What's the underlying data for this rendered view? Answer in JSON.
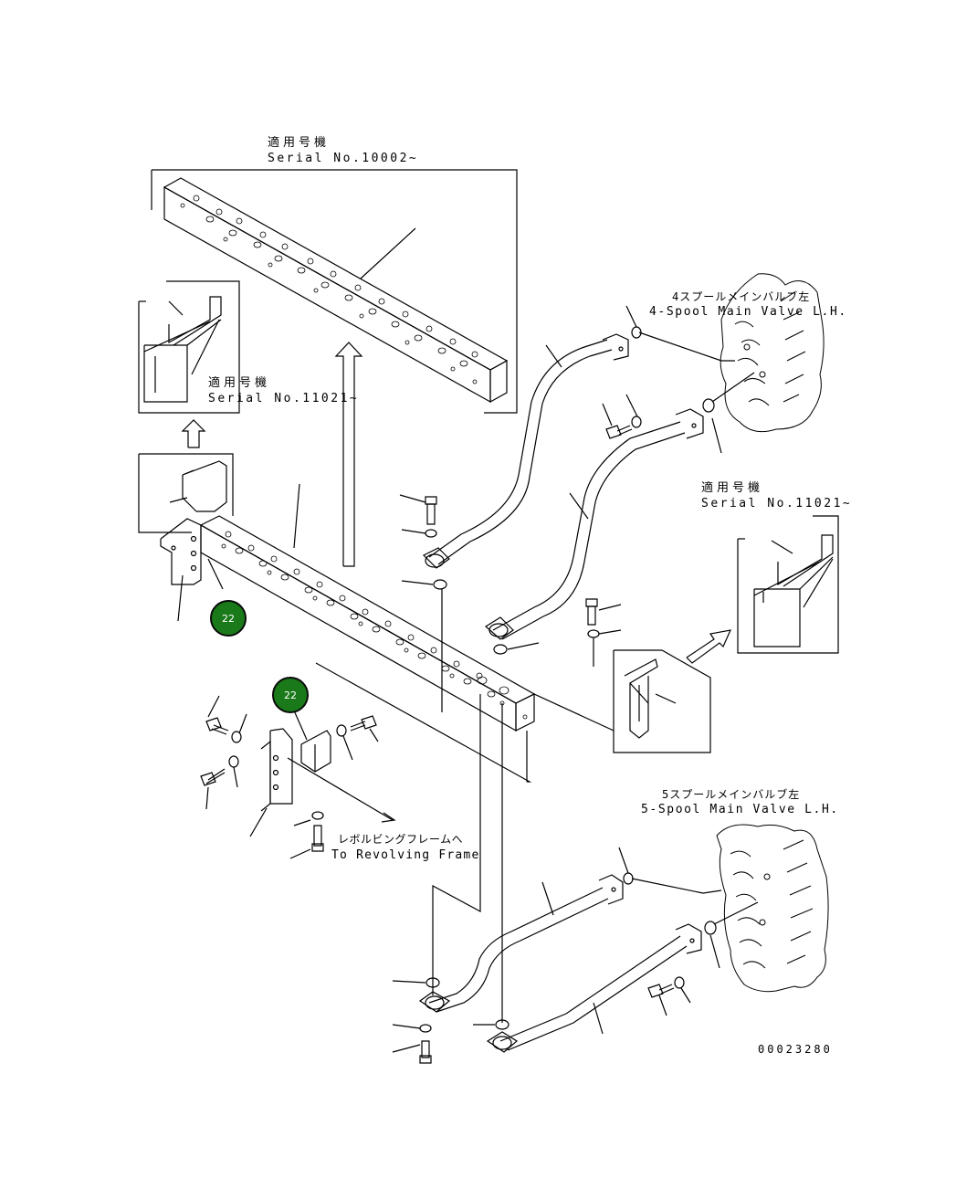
{
  "labels": {
    "serial_top_jp": "適用号機",
    "serial_top": "Serial No.10002~",
    "serial_left_jp": "適用号機",
    "serial_left": "Serial No.11021~",
    "serial_right_jp": "適用号機",
    "serial_right": "Serial No.11021~",
    "valve4_jp": "4スプールメインバルブ左",
    "valve4_en": "4-Spool Main Valve L.H.",
    "valve5_jp": "5スプールメインバルブ左",
    "valve5_en": "5-Spool Main Valve L.H.",
    "frame_jp": "レボルビングフレームへ",
    "frame_en": "To Revolving Frame",
    "drawing_no": "00023280"
  },
  "callouts": [
    {
      "id": "callout-1",
      "number": "22"
    },
    {
      "id": "callout-2",
      "number": "22"
    }
  ],
  "colors": {
    "callout_fill": "#1a7a1a",
    "line": "#000000"
  }
}
